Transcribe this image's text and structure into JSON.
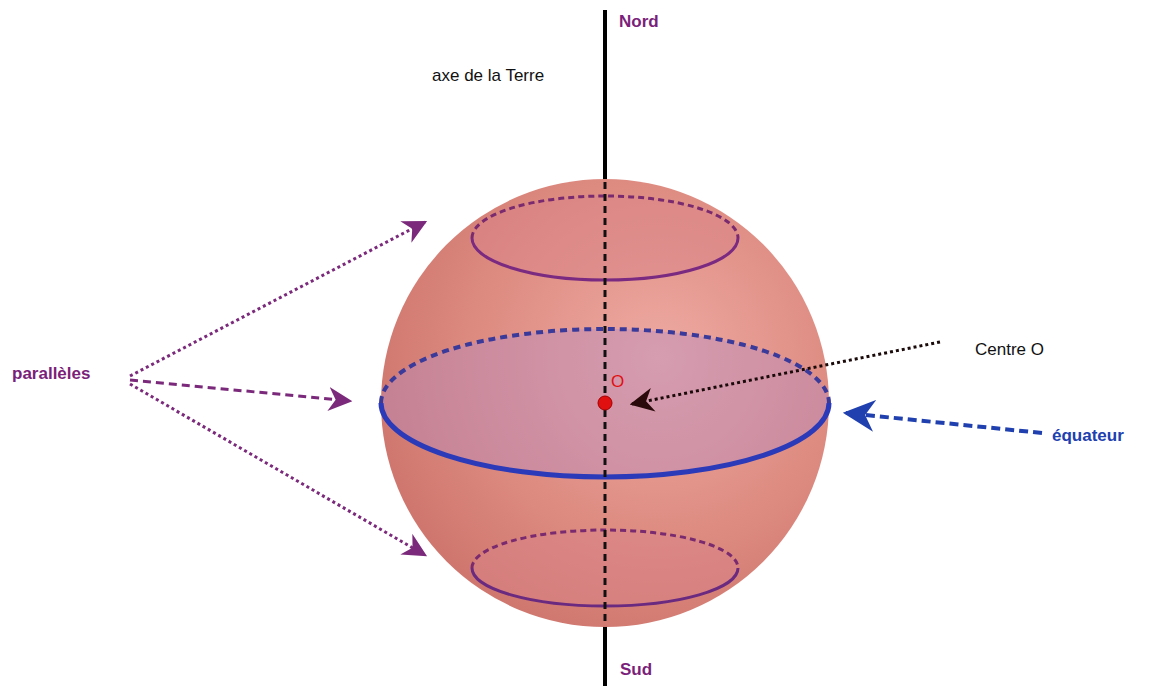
{
  "diagram": {
    "labels": [
      "Nord",
      "axe de la Terre",
      "parallèles",
      "O",
      "Centre O",
      "équateur",
      "Sud"
    ]
  }
}
